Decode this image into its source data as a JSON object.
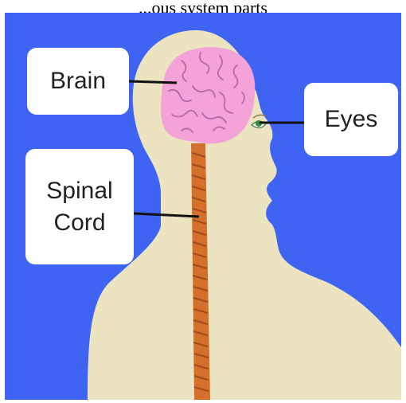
{
  "caption": "...ous system parts",
  "labels": {
    "brain": "Brain",
    "spinal_cord_line1": "Spinal",
    "spinal_cord_line2": "Cord",
    "eyes": "Eyes"
  },
  "colors": {
    "background": "#3f63f2",
    "body": "#ece3c1",
    "brain": "#f3a3d8",
    "brain_folds": "#b46aa8",
    "spinal_cord": "#d4702c",
    "spinal_stripes": "#a24d19",
    "eye": "#2e8d3e",
    "leader_line": "#111111"
  }
}
